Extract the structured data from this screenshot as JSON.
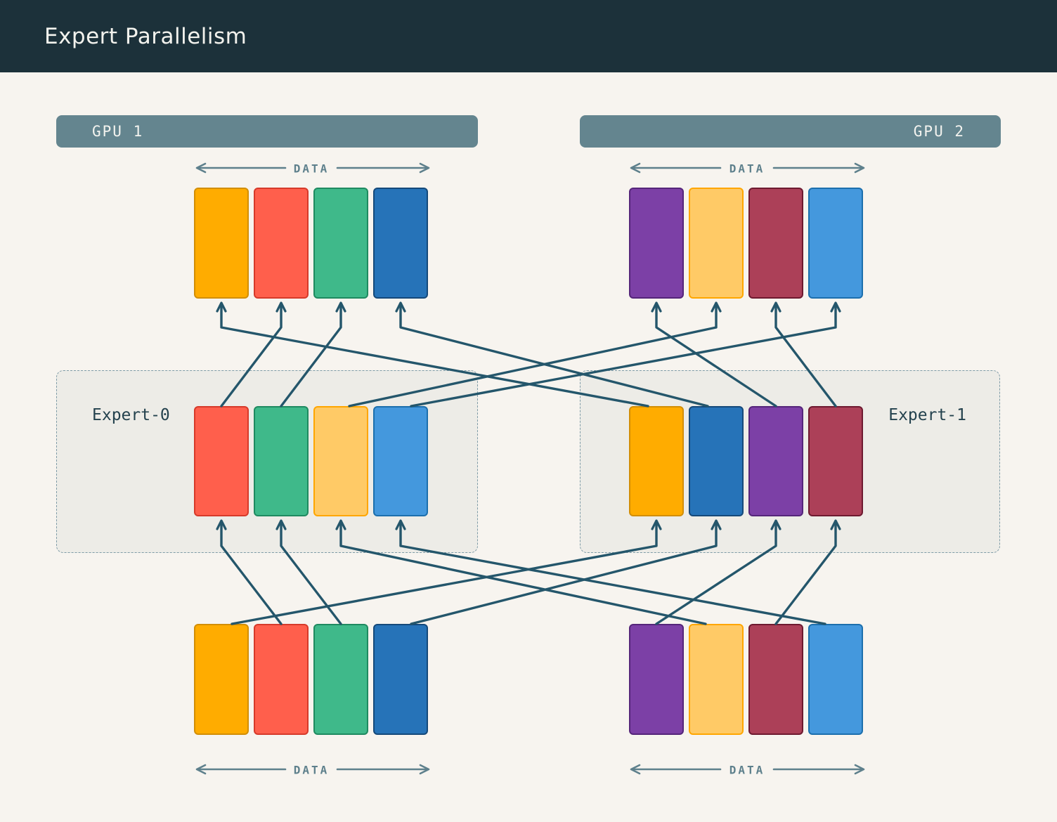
{
  "header": {
    "title": "Expert Parallelism"
  },
  "gpu1": {
    "label": "GPU 1"
  },
  "gpu2": {
    "label": "GPU 2"
  },
  "expert0": {
    "label": "Expert-0"
  },
  "expert1": {
    "label": "Expert-1"
  },
  "data_label": "DATA",
  "colors": {
    "orange": {
      "fill": "#FFAC00",
      "border": "#D28E05"
    },
    "red": {
      "fill": "#FF5F4C",
      "border": "#D63A2A"
    },
    "green": {
      "fill": "#3FB98A",
      "border": "#1F8A60"
    },
    "darkblue": {
      "fill": "#2673B8",
      "border": "#15497A"
    },
    "purple": {
      "fill": "#7C40A6",
      "border": "#55257A"
    },
    "lightyellow": {
      "fill": "#FFCA66",
      "border": "#FFA600"
    },
    "maroon": {
      "fill": "#AC4058",
      "border": "#6E1A30"
    },
    "lightblue": {
      "fill": "#4498DD",
      "border": "#1C6FAD"
    }
  },
  "rows": {
    "gpu1_output": [
      "orange",
      "red",
      "green",
      "darkblue"
    ],
    "gpu2_output": [
      "purple",
      "lightyellow",
      "maroon",
      "lightblue"
    ],
    "expert0_blocks": [
      "red",
      "green",
      "lightyellow",
      "lightblue"
    ],
    "expert1_blocks": [
      "orange",
      "darkblue",
      "purple",
      "maroon"
    ],
    "gpu1_input": [
      "orange",
      "red",
      "green",
      "darkblue"
    ],
    "gpu2_input": [
      "purple",
      "lightyellow",
      "maroon",
      "lightblue"
    ]
  },
  "ui_colors": {
    "header_bg": "#1C313A",
    "page_bg": "#F7F4EF",
    "gpu_bar": "#64858F",
    "expert_box_fill": "#EDECE7",
    "expert_box_border": "#7E9BA7",
    "arrow": "#24566B",
    "data_arrow": "#5E808C"
  }
}
